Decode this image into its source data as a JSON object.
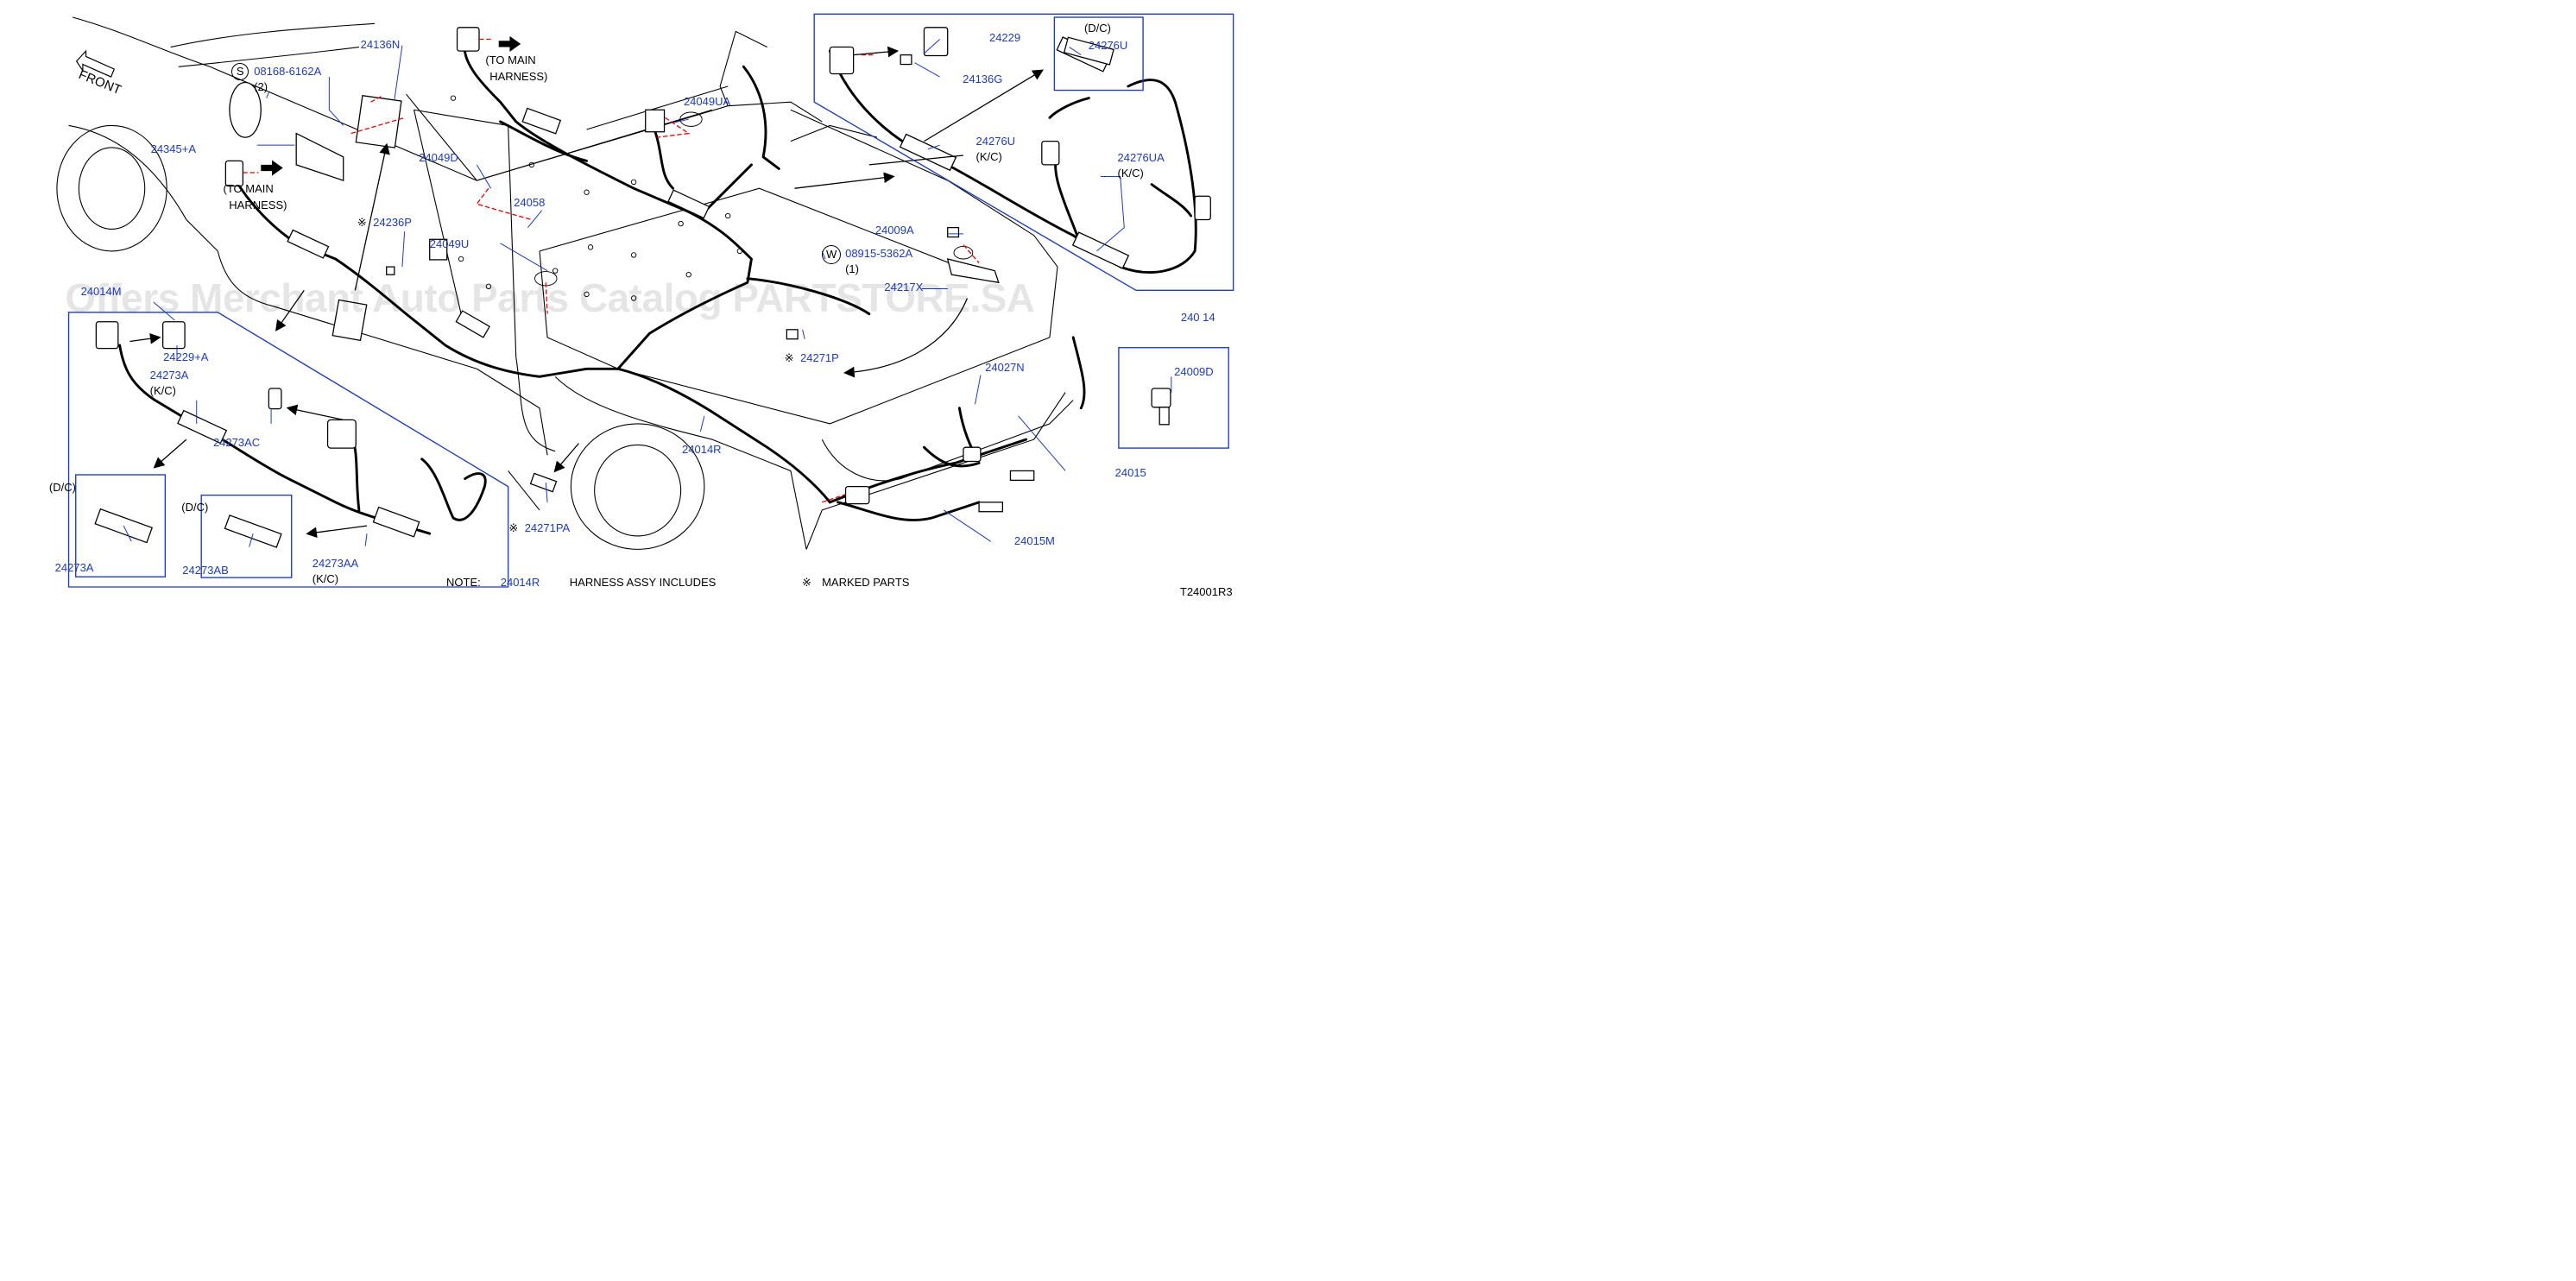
{
  "direction": {
    "front": "FRONT"
  },
  "harness_refs": {
    "to_main_harness_line1": "(TO   MAIN",
    "to_main_harness_line2": "HARNESS)"
  },
  "parts": {
    "p_24136N": "24136N",
    "p_08168": "08168-6162A",
    "p_08168_qty": "(2)",
    "p_S_symbol": "S",
    "p_24345A": "24345+A",
    "p_24049D": "24049D",
    "p_24236P": "24236P",
    "p_24058": "24058",
    "p_24049U": "24049U",
    "p_24049UA": "24049UA",
    "p_24014M": "24014M",
    "p_24229A": "24229+A",
    "p_24273A": "24273A",
    "p_24273A_kc": "(K/C)",
    "p_24273AC": "24273AC",
    "p_24273AA": "24273AA",
    "p_24273AA_kc": "(K/C)",
    "p_24271PA": "24271PA",
    "p_24014R": "24014R",
    "p_24271P": "24271P",
    "p_24009A": "24009A",
    "p_W_symbol": "W",
    "p_08915": "08915-5362A",
    "p_08915_qty": "(1)",
    "p_24217X": "24217X",
    "p_24027N": "24027N",
    "p_24015": "24015",
    "p_24015M": "24015M",
    "p_24009D": "24009D",
    "p_24014_partial": "240 14",
    "p_24229": "24229",
    "p_24136G": "24136G",
    "p_24276U": "24276U",
    "p_24276U_kc": "(K/C)",
    "p_24276U_dc": "24276U",
    "p_24276UA": "24276UA",
    "p_24276UA_kc": "(K/C)"
  },
  "insets": {
    "dc_label": "(D/C)",
    "inset_24273A": "24273A",
    "inset_24273AB": "24273AB"
  },
  "marked_symbol": "※",
  "note": {
    "note_label": "NOTE:",
    "note_part": "24014R",
    "note_text1": "HARNESS   ASSY   INCLUDES",
    "note_text2": "MARKED   PARTS"
  },
  "diagram_code": "T24001R3",
  "watermark": "Offers Merchant Auto Parts Catalog PARTSTORE.SA",
  "colors": {
    "label_blue": "#1e3cb4",
    "leader_red": "#e00000",
    "line_black": "#000000"
  }
}
